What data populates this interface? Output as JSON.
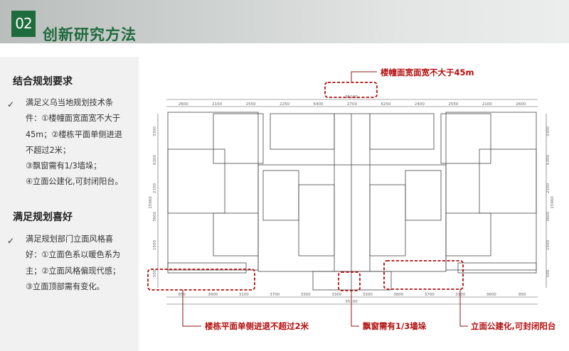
{
  "header": {
    "number": "02",
    "title": "创新研究方法"
  },
  "left_panel": {
    "sections": [
      {
        "heading": "结合规划要求",
        "bullet_icon": "check-icon",
        "lines": [
          "满足义乌当地规划技术条",
          "件：①楼幢面宽面宽不大于",
          "45m；②楼栋平面单侧进退",
          "不超过2米；",
          "③飘窗需有1/3墙垛；",
          "④立面公建化,可封闭阳台。"
        ]
      },
      {
        "heading": "满足规划喜好",
        "bullet_icon": "check-icon",
        "lines": [
          "满足规划部门立面风格喜",
          "好：①立面色系以暖色系为",
          "主；②立面风格偏现代感；",
          "③立面顶部需有变化。"
        ]
      }
    ]
  },
  "floor_plan": {
    "top_total": "35100",
    "top_dims": [
      "2600",
      "2100",
      "2550",
      "2250",
      "6400",
      "2700",
      "6250",
      "2400",
      "2550",
      "2100",
      "2600"
    ],
    "bottom_dims": [
      "850",
      "3600",
      "3100",
      "3700",
      "3300",
      "3300",
      "3300",
      "3600",
      "3700",
      "3100",
      "3600",
      "850"
    ],
    "bottom_total": "35100",
    "side_dims": [
      "3300",
      "6300",
      "2100",
      "3600",
      "1500",
      "500"
    ],
    "side_total": "15960"
  },
  "callouts": {
    "top": "楼幢面宽面宽不大于45m",
    "bottom_left": "楼栋平面单侧进退不超过2米",
    "bottom_center": "飘窗需有1/3墙垛",
    "bottom_right": "立面公建化,可封闭阳台"
  },
  "colors": {
    "brand_green": "#1e6b3d",
    "callout_red": "#b30d0d"
  }
}
